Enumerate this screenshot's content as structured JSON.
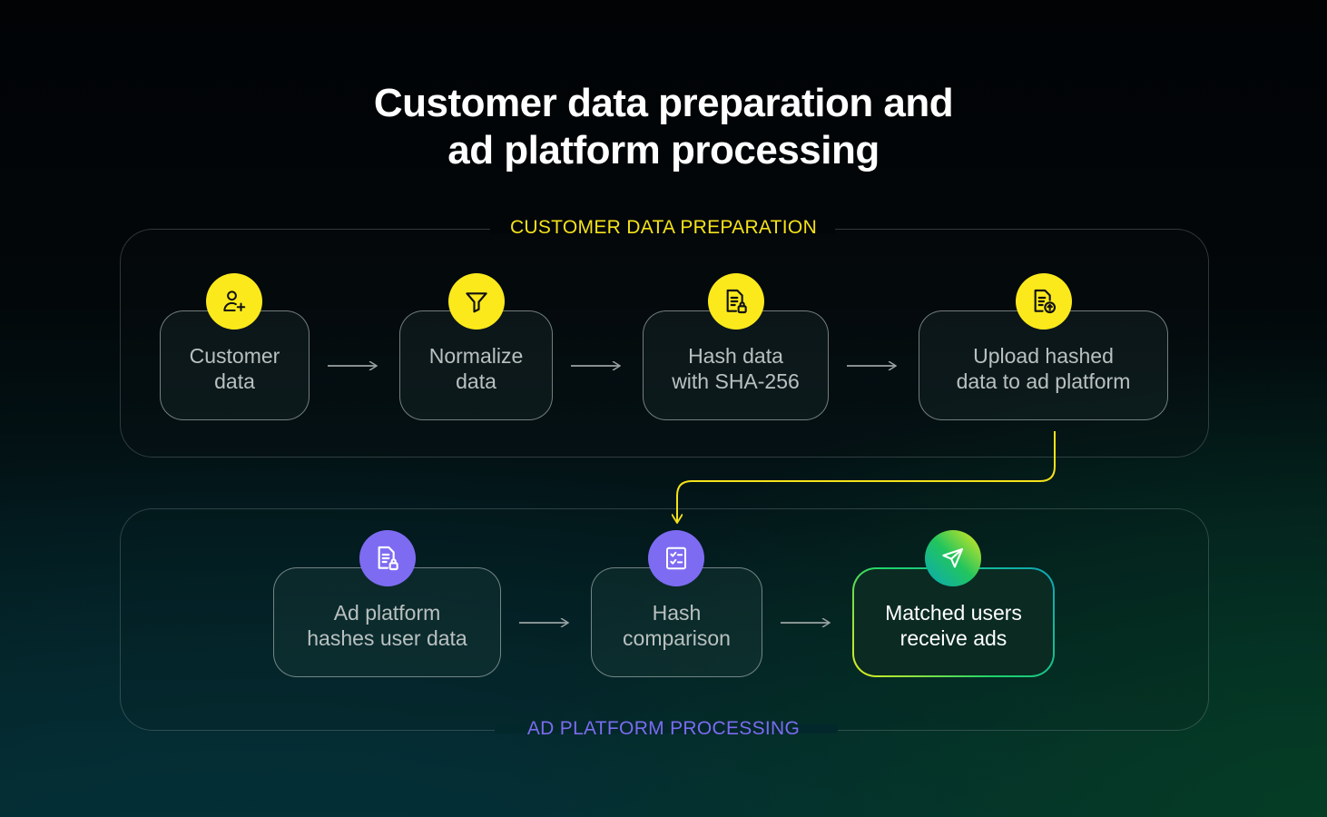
{
  "title_line1": "Customer data preparation and",
  "title_line2": "ad platform processing",
  "colors": {
    "accent_yellow": "#fbe91c",
    "accent_purple": "#7d6cf2",
    "accent_green": "#22c55e"
  },
  "sections": {
    "preparation": {
      "label": "CUSTOMER DATA PREPARATION",
      "steps": [
        {
          "line1": "Customer",
          "line2": "data",
          "icon": "user-plus-icon"
        },
        {
          "line1": "Normalize",
          "line2": "data",
          "icon": "funnel-icon"
        },
        {
          "line1": "Hash data",
          "line2": "with SHA-256",
          "icon": "document-lock-icon"
        },
        {
          "line1": "Upload hashed",
          "line2": "data to ad platform",
          "icon": "document-upload-icon"
        }
      ]
    },
    "processing": {
      "label": "AD PLATFORM PROCESSING",
      "steps": [
        {
          "line1": "Ad platform",
          "line2": "hashes user data",
          "icon": "document-lock-icon"
        },
        {
          "line1": "Hash",
          "line2": "comparison",
          "icon": "checklist-icon"
        },
        {
          "line1": "Matched users",
          "line2": "receive ads",
          "icon": "send-icon"
        }
      ]
    }
  }
}
